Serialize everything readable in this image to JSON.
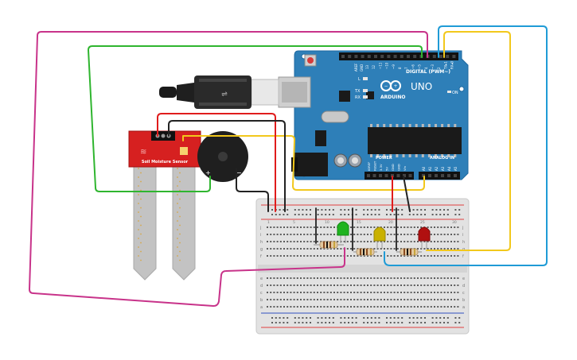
{
  "arduino": {
    "brand": "ARDUINO",
    "model": "UNO",
    "digital_label": "DIGITAL (PWM~)",
    "analog_label": "ANALOG IN",
    "power_label": "POWER",
    "on_label": "ON",
    "led_labels": [
      "L",
      "TX",
      "RX"
    ],
    "aref_labels": [
      "AREF",
      "GND"
    ],
    "digital_pins": [
      "13",
      "12",
      "~11",
      "~10",
      "~9",
      "8",
      "7",
      "~6",
      "~5",
      "4",
      "~3",
      "2",
      "TX▸1",
      "RX◂0"
    ],
    "power_pins": [
      "IOREF",
      "RESET",
      "3.3V",
      "5V",
      "GND",
      "GND",
      "Vin"
    ],
    "analog_pins": [
      "A0",
      "A1",
      "A2",
      "A3",
      "A4",
      "A5"
    ],
    "board_color": "#2e7fb8"
  },
  "sensor": {
    "label": "Soil Moisture Sensor",
    "board_color": "#d62020"
  },
  "buzzer": {
    "plus": "+",
    "minus": "−"
  },
  "breadboard": {
    "row_letters_top": [
      "j",
      "i",
      "h",
      "g",
      "f"
    ],
    "row_letters_bottom": [
      "e",
      "d",
      "c",
      "b",
      "a"
    ],
    "column_numbers": [
      "1",
      "5",
      "10",
      "15",
      "20",
      "25",
      "30"
    ]
  },
  "leds": [
    {
      "name": "green",
      "color": "#1fb31f"
    },
    {
      "name": "yellow",
      "color": "#c9b100"
    },
    {
      "name": "red",
      "color": "#b01010"
    }
  ],
  "wire_colors": {
    "magenta": "#c8338a",
    "green": "#2fb52f",
    "yellow": "#f2c81c",
    "blue": "#1f9bd6",
    "red": "#e01c1c",
    "black": "#222222"
  }
}
